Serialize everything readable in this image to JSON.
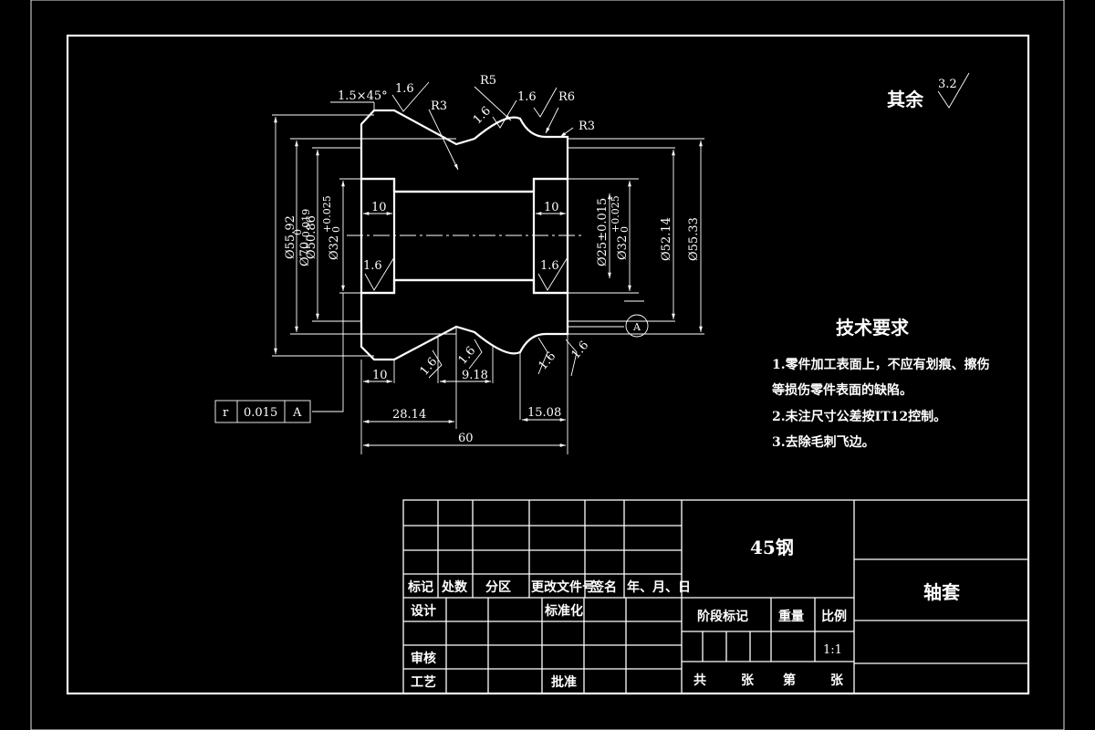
{
  "drawing": {
    "remaining_roughness_label": "其余",
    "remaining_roughness_value": "3.2",
    "dims": {
      "chamfer": "1.5×45°",
      "r5": "R5",
      "r3_top_left": "R3",
      "r6": "R6",
      "r3_top_right": "R3",
      "rough_top_left": "1.6",
      "rough_top_mid": "1.6",
      "rough_top_right": "1.6",
      "rough_inner_left": "1.6",
      "rough_inner_right": "1.6",
      "rough_bottom_1": "1.6",
      "rough_bottom_2": "1.6",
      "rough_bottom_3": "1.6",
      "rough_bottom_4": "1.6",
      "counterbore_left": "10",
      "counterbore_right": "10",
      "dia_70": "Ø70",
      "dia_70_upper": "0",
      "dia_70_lower": "-0.019",
      "dia_5592": "Ø55.92",
      "dia_5086": "Ø50.86",
      "dia_32_left": "Ø32",
      "dia_32_left_upper": "+0.025",
      "dia_32_left_lower": "0",
      "dia_25": "Ø25±0.015",
      "dia_32_right": "Ø32",
      "dia_32_right_upper": "+0.025",
      "dia_32_right_lower": "0",
      "dia_5214": "Ø52.14",
      "dia_5533": "Ø55.33",
      "bottom_10": "10",
      "bottom_918": "9.18",
      "bottom_2814": "28.14",
      "bottom_1508": "15.08",
      "bottom_60": "60",
      "datum_a": "A",
      "tol_symbol": "r",
      "tol_value": "0.015",
      "tol_datum": "A"
    },
    "requirements": {
      "title": "技术要求",
      "items": [
        "1.零件加工表面上，不应有划痕、擦伤",
        "等损伤零件表面的缺陷。",
        "2.未注尺寸公差按IT12控制。",
        "3.去除毛刺飞边。"
      ]
    }
  },
  "title_block": {
    "material": "45钢",
    "part_name": "轴套",
    "headers": [
      "标记",
      "处数",
      "分区",
      "更改文件号",
      "签名",
      "年、月、日"
    ],
    "design": "设计",
    "standardize": "标准化",
    "check": "审核",
    "process": "工艺",
    "approve": "批准",
    "stage_mark": "阶段标记",
    "weight": "重量",
    "scale_label": "比例",
    "scale_value": "1:1",
    "sheet_total": "共",
    "sheet_unit": "张",
    "sheet_no": "第",
    "sheet_unit2": "张"
  }
}
